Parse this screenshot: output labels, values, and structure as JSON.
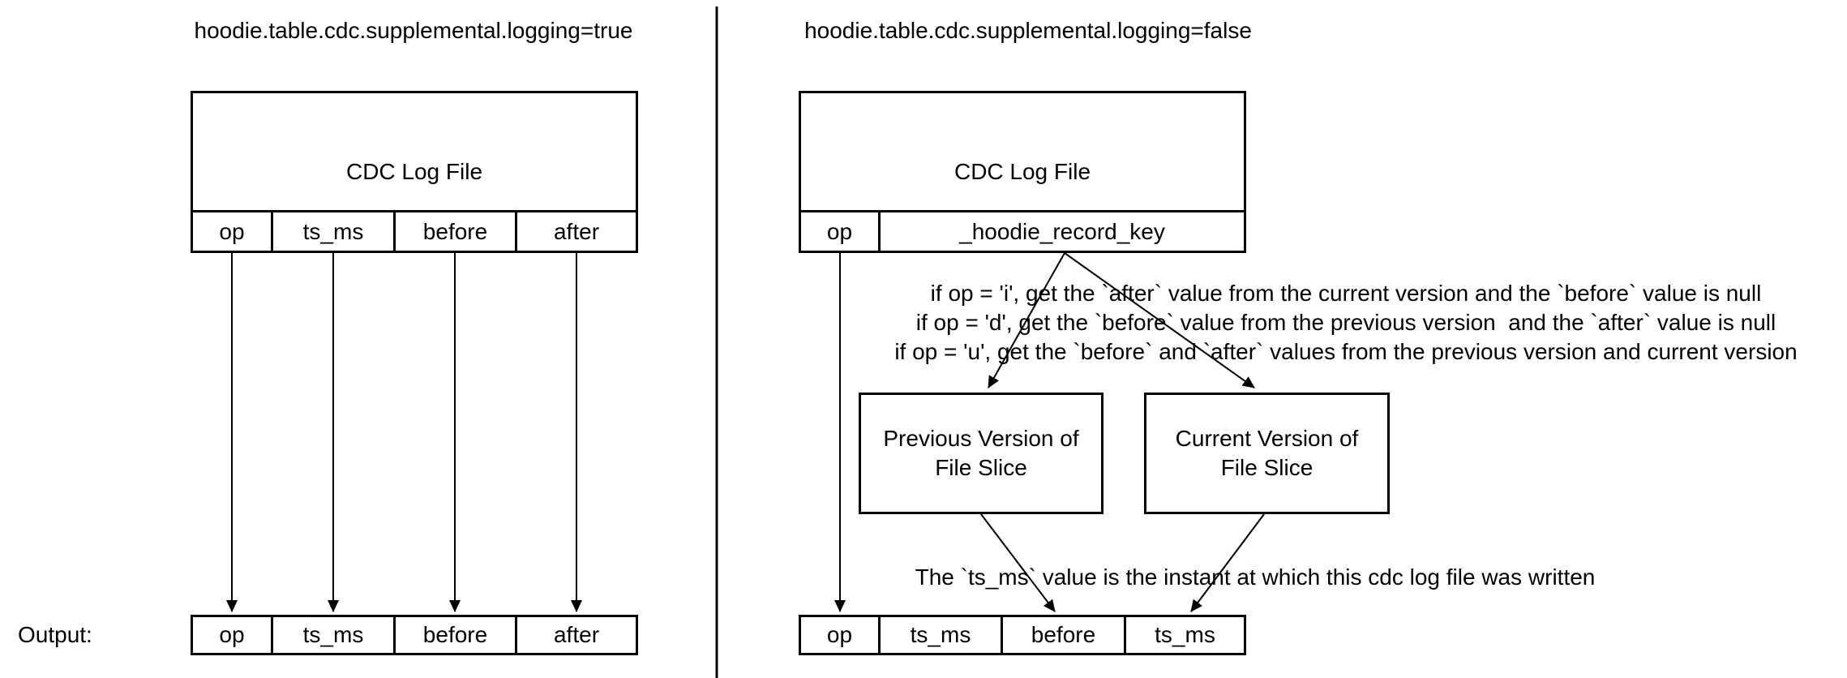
{
  "colors": {
    "ink": "#000000",
    "background": "#ffffff"
  },
  "left_panel": {
    "title": "hoodie.table.cdc.supplemental.logging=true",
    "cdc_box": {
      "label": "CDC Log File",
      "columns": [
        "op",
        "ts_ms",
        "before",
        "after"
      ]
    },
    "output_label": "Output:",
    "output_columns": [
      "op",
      "ts_ms",
      "before",
      "after"
    ]
  },
  "right_panel": {
    "title": "hoodie.table.cdc.supplemental.logging=false",
    "cdc_box": {
      "label": "CDC Log File",
      "columns": [
        "op",
        "_hoodie_record_key"
      ]
    },
    "rules": [
      "if op = 'i', get the `after` value from the current version and the `before` value is null",
      "if op = 'd', get the `before` value from the previous version  and the `after` value is null",
      "if op = 'u', get the `before` and `after` values from the previous version and current version"
    ],
    "previous_version_box_label": "Previous Version of\nFile Slice",
    "current_version_box_label": "Current Version of\nFile Slice",
    "ts_note": "The `ts_ms` value is the instant at which this cdc log file was written",
    "output_columns": [
      "op",
      "ts_ms",
      "before",
      "ts_ms"
    ]
  }
}
